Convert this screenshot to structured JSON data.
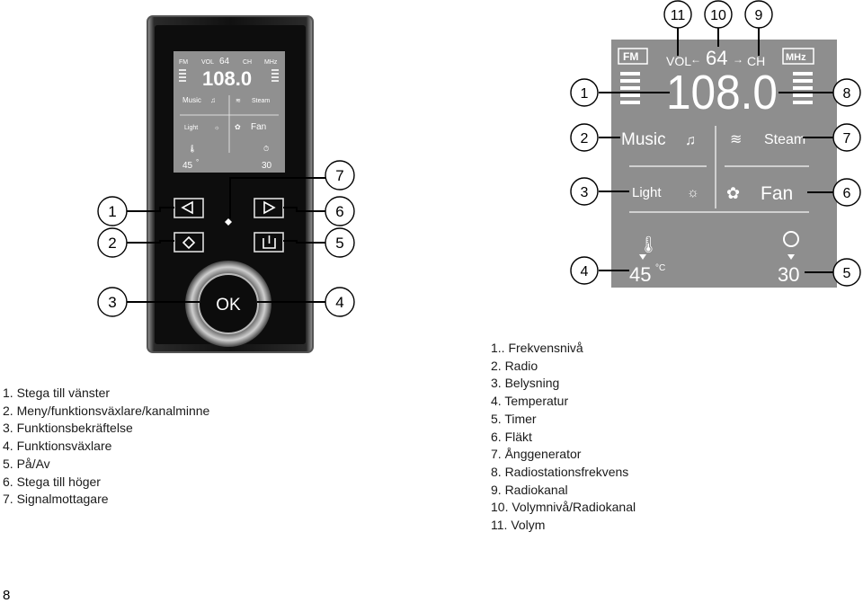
{
  "colors": {
    "device_body": "#1a1a1a",
    "lcd_background": "#8e8e8e",
    "lcd_segment": "#ffffff",
    "callout_stroke": "#000000"
  },
  "device": {
    "screen": {
      "fm": "FM",
      "vol": "VOL",
      "vol_value": "64",
      "ch": "CH",
      "mhz": "MHz",
      "frequency": "108.0",
      "music": "Music",
      "steam": "Steam",
      "light": "Light",
      "fan": "Fan",
      "temperature": "45",
      "temperature_unit": "°",
      "timer": "30"
    },
    "ok_label": "OK",
    "callouts": [
      "1",
      "2",
      "3",
      "4",
      "5",
      "6",
      "7"
    ]
  },
  "lcd_detail": {
    "fm": "FM",
    "vol": "VOL",
    "vol_value": "64",
    "ch": "CH",
    "mhz": "MHz",
    "frequency": "108.0",
    "music": "Music",
    "steam": "Steam",
    "light": "Light",
    "fan": "Fan",
    "temperature": "45",
    "temperature_unit": "°C",
    "timer": "30",
    "callouts_top": [
      "11",
      "10",
      "9"
    ],
    "callouts_left": [
      "1",
      "2",
      "3",
      "4"
    ],
    "callouts_right": [
      "8",
      "7",
      "6",
      "5"
    ]
  },
  "legend_left": [
    "1. Stega till vänster",
    "2. Meny/funktionsväxlare/kanalminne",
    "3. Funktionsbekräftelse",
    "4. Funktionsväxlare",
    "5. På/Av",
    "6. Stega till höger",
    "7. Signalmottagare"
  ],
  "legend_right": [
    "1.. Frekvensnivå",
    "2. Radio",
    "3. Belysning",
    "4. Temperatur",
    "5. Timer",
    "6. Fläkt",
    "7. Ånggenerator",
    "8. Radiostationsfrekvens",
    "9. Radiokanal",
    "10. Volymnivå/Radiokanal",
    "11. Volym"
  ],
  "page_number": "8"
}
